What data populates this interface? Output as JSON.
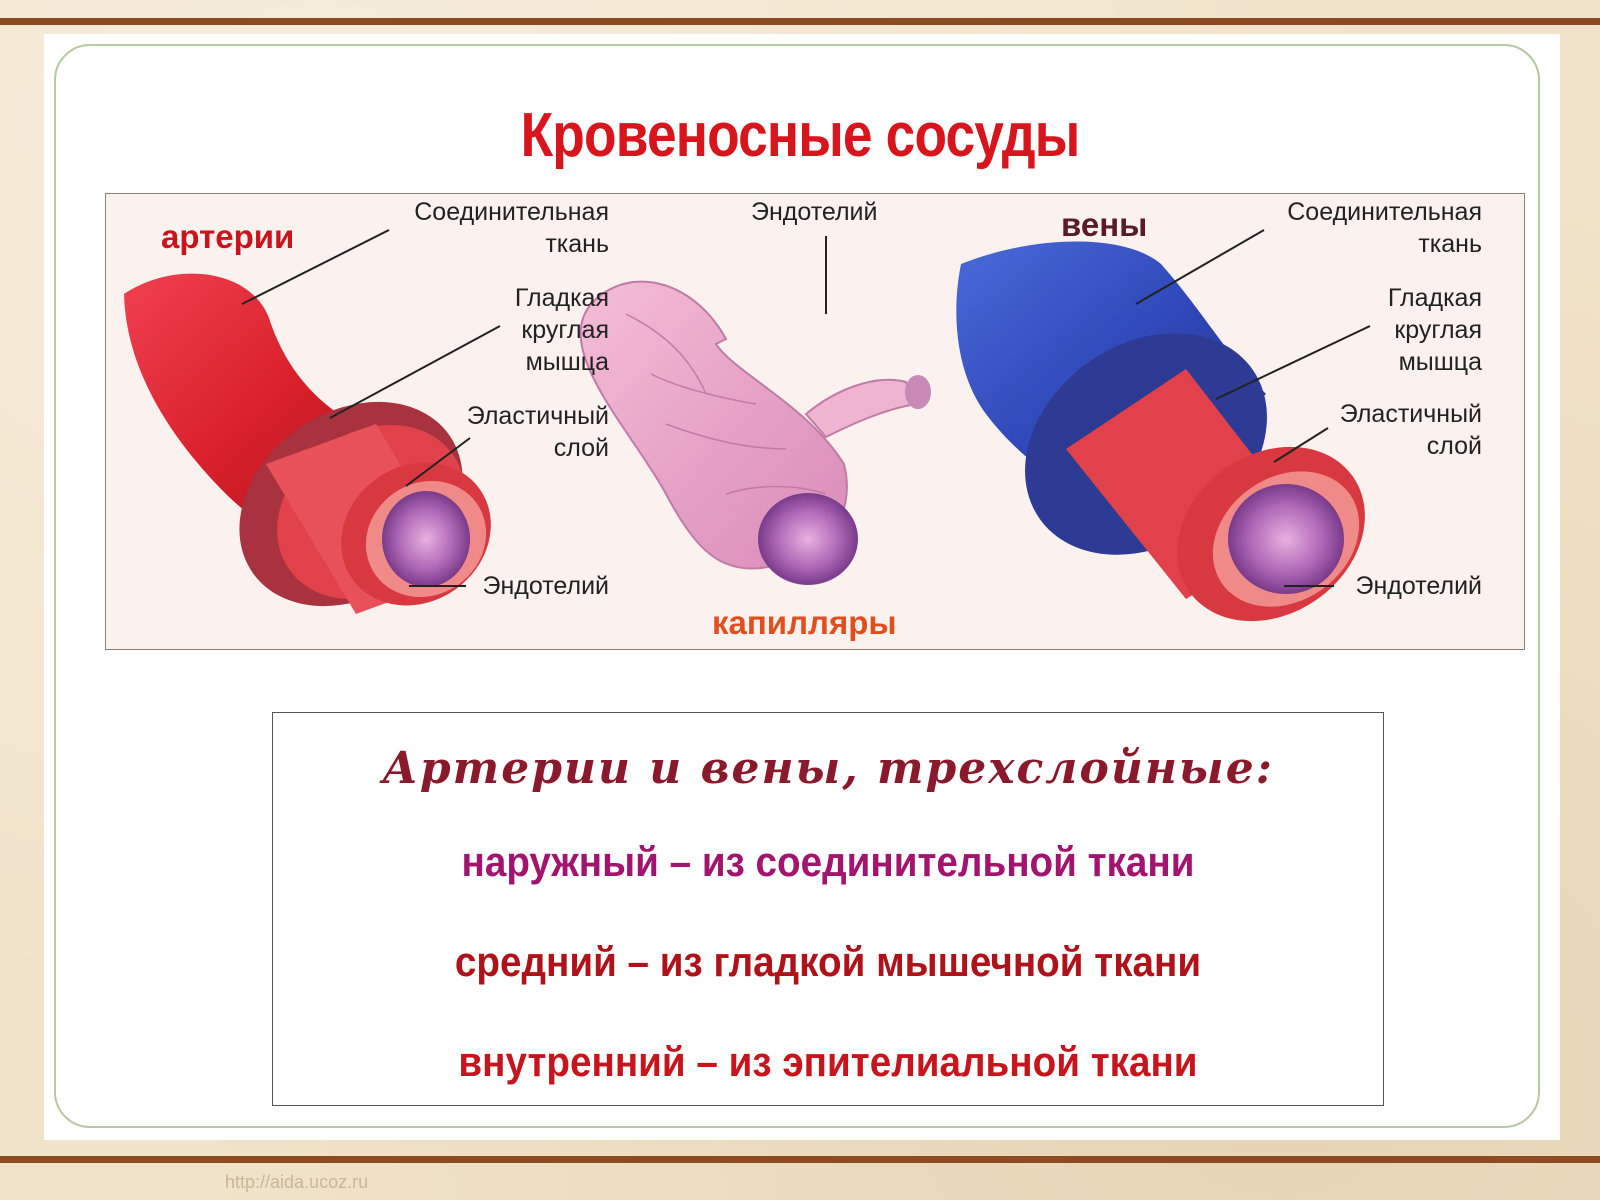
{
  "title": "Кровеносные сосуды",
  "diagram": {
    "arteries": {
      "name": "артерии",
      "connective_label_line1": "Соединительная",
      "connective_label_line2": "ткань",
      "muscle_label_line1": "Гладкая",
      "muscle_label_line2": "круглая",
      "muscle_label_line3": "мышца",
      "elastic_label_line1": "Эластичный",
      "elastic_label_line2": "слой",
      "endothelium_label": "Эндотелий"
    },
    "capillaries": {
      "name": "капилляры",
      "endothelium_label": "Эндотелий"
    },
    "veins": {
      "name": "вены",
      "connective_label_line1": "Соединительная",
      "connective_label_line2": "ткань",
      "muscle_label_line1": "Гладкая",
      "muscle_label_line2": "круглая",
      "muscle_label_line3": "мышца",
      "elastic_label_line1": "Эластичный",
      "elastic_label_line2": "слой",
      "endothelium_label": "Эндотелий"
    }
  },
  "textbox": {
    "heading": "Артерии и вены, трехслойные:",
    "line1": "наружный – из соединительной ткани",
    "line2": "средний – из гладкой мышечной ткани",
    "line3": "внутренний – из эпителиальной ткани"
  },
  "colors": {
    "title": "#d8141c",
    "artery_label": "#c8141c",
    "vein_label": "#5a1a2a",
    "capillary_label": "#e0501e",
    "heading": "#8a1a2b",
    "line1": "#a3146e",
    "line2": "#b0121a",
    "line3": "#c8141c"
  },
  "watermark": "http://aida.ucoz.ru"
}
